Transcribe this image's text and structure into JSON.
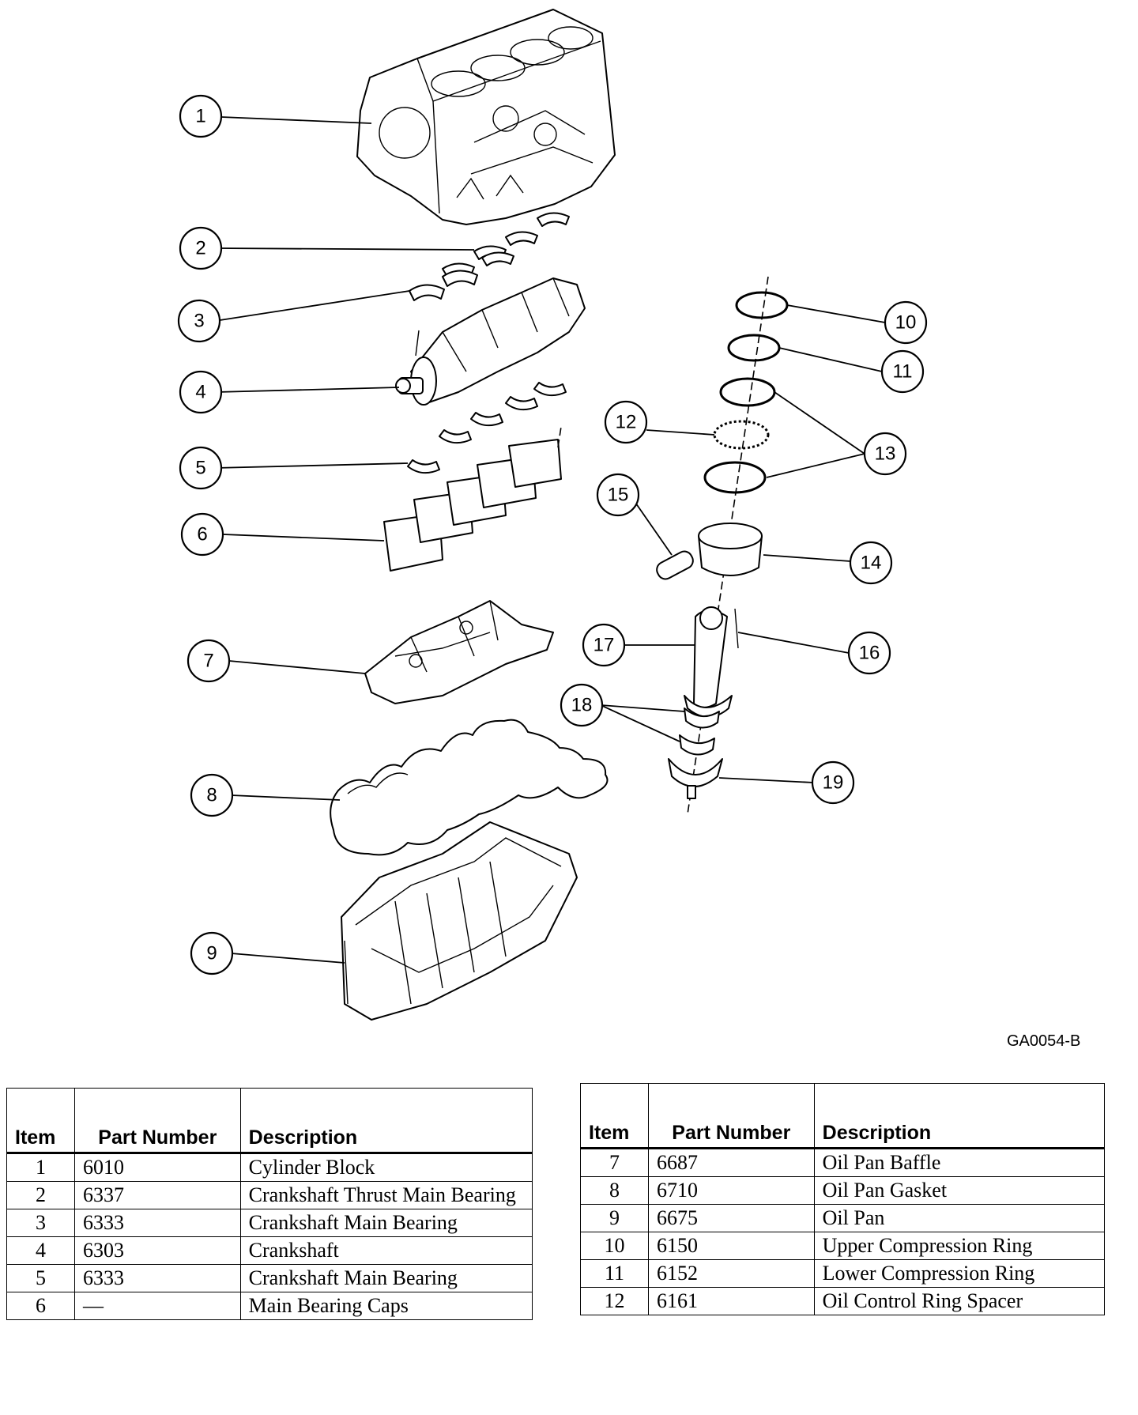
{
  "diagram": {
    "figure_id": "GA0054-B",
    "callouts": [
      "1",
      "2",
      "3",
      "4",
      "5",
      "6",
      "7",
      "8",
      "9",
      "10",
      "11",
      "12",
      "13",
      "14",
      "15",
      "16",
      "17",
      "18",
      "19"
    ]
  },
  "headers": {
    "item": "Item",
    "part_number": "Part Number",
    "description": "Description"
  },
  "table_left": [
    {
      "item": "1",
      "part": "6010",
      "desc": "Cylinder Block"
    },
    {
      "item": "2",
      "part": "6337",
      "desc": "Crankshaft Thrust Main Bearing"
    },
    {
      "item": "3",
      "part": "6333",
      "desc": "Crankshaft Main Bearing"
    },
    {
      "item": "4",
      "part": "6303",
      "desc": "Crankshaft"
    },
    {
      "item": "5",
      "part": "6333",
      "desc": "Crankshaft Main Bearing"
    },
    {
      "item": "6",
      "part": "—",
      "desc": "Main Bearing Caps"
    }
  ],
  "table_right": [
    {
      "item": "7",
      "part": "6687",
      "desc": "Oil Pan Baffle"
    },
    {
      "item": "8",
      "part": "6710",
      "desc": "Oil Pan Gasket"
    },
    {
      "item": "9",
      "part": "6675",
      "desc": "Oil Pan"
    },
    {
      "item": "10",
      "part": "6150",
      "desc": "Upper Compression Ring"
    },
    {
      "item": "11",
      "part": "6152",
      "desc": "Lower Compression Ring"
    },
    {
      "item": "12",
      "part": "6161",
      "desc": "Oil Control Ring Spacer"
    }
  ]
}
